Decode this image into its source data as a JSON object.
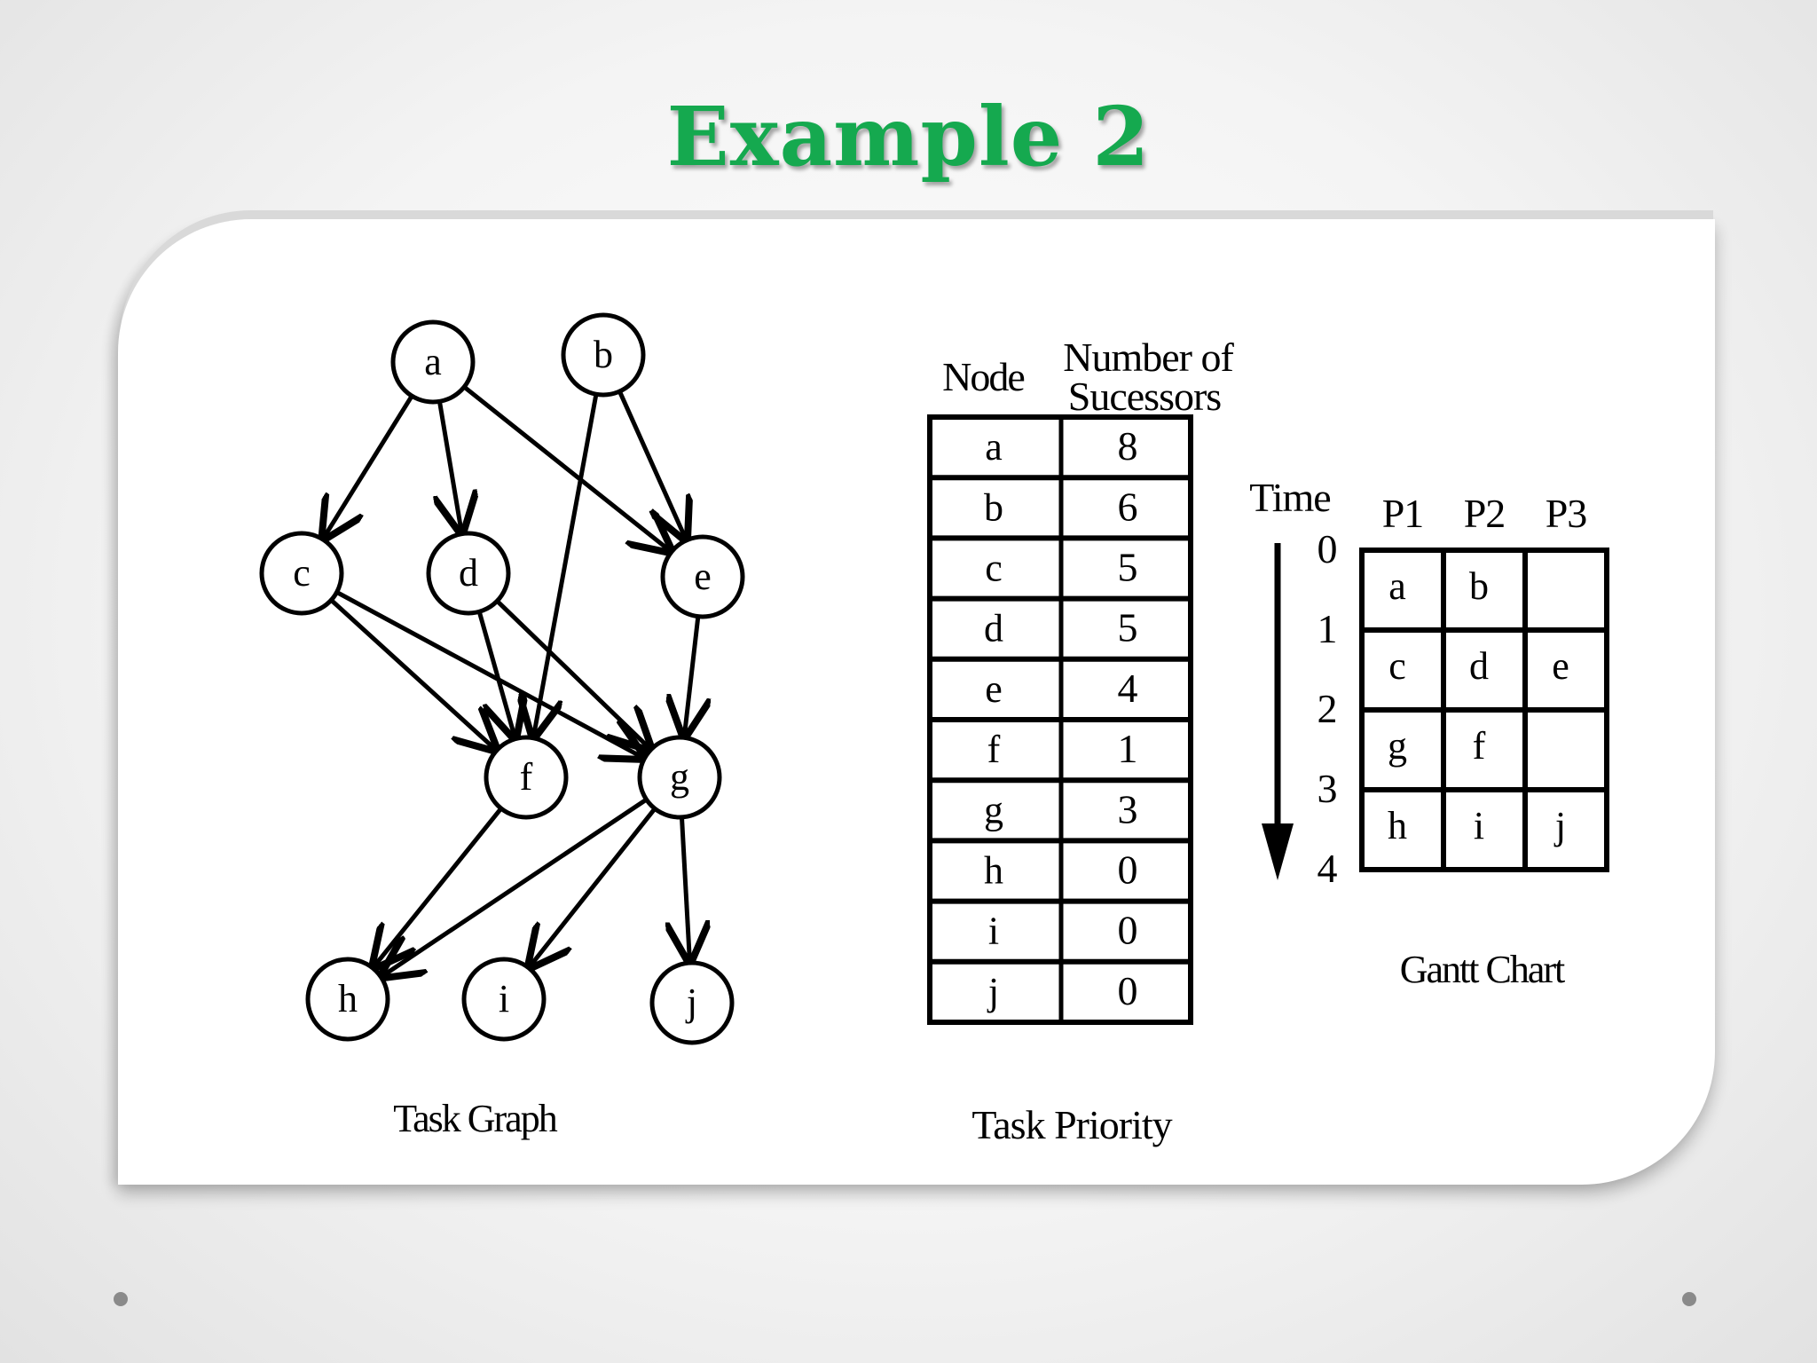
{
  "slide": {
    "title": "Example 2"
  },
  "graph": {
    "caption": "Task Graph",
    "nodes": [
      {
        "id": "a",
        "label": "a"
      },
      {
        "id": "b",
        "label": "b"
      },
      {
        "id": "c",
        "label": "c"
      },
      {
        "id": "d",
        "label": "d"
      },
      {
        "id": "e",
        "label": "e"
      },
      {
        "id": "f",
        "label": "f"
      },
      {
        "id": "g",
        "label": "g"
      },
      {
        "id": "h",
        "label": "h"
      },
      {
        "id": "i",
        "label": "i"
      },
      {
        "id": "j",
        "label": "j"
      }
    ],
    "edges": [
      [
        "a",
        "c"
      ],
      [
        "a",
        "d"
      ],
      [
        "a",
        "e"
      ],
      [
        "b",
        "f"
      ],
      [
        "b",
        "e"
      ],
      [
        "c",
        "f"
      ],
      [
        "c",
        "g"
      ],
      [
        "d",
        "f"
      ],
      [
        "d",
        "g"
      ],
      [
        "e",
        "g"
      ],
      [
        "f",
        "h"
      ],
      [
        "g",
        "h"
      ],
      [
        "g",
        "i"
      ],
      [
        "g",
        "j"
      ]
    ]
  },
  "priority": {
    "caption": "Task Priority",
    "col_node": "Node",
    "col_succ_1": "Number of",
    "col_succ_2": "Sucessors",
    "rows": [
      {
        "node": "a",
        "succ": "8"
      },
      {
        "node": "b",
        "succ": "6"
      },
      {
        "node": "c",
        "succ": "5"
      },
      {
        "node": "d",
        "succ": "5"
      },
      {
        "node": "e",
        "succ": "4"
      },
      {
        "node": "f",
        "succ": "1"
      },
      {
        "node": "g",
        "succ": "3"
      },
      {
        "node": "h",
        "succ": "0"
      },
      {
        "node": "i",
        "succ": "0"
      },
      {
        "node": "j",
        "succ": "0"
      }
    ]
  },
  "gantt": {
    "caption": "Gantt Chart",
    "time_label": "Time",
    "time_ticks": [
      "0",
      "1",
      "2",
      "3",
      "4"
    ],
    "processors": [
      "P1",
      "P2",
      "P3"
    ],
    "grid": [
      [
        "a",
        "b",
        ""
      ],
      [
        "c",
        "d",
        "e"
      ],
      [
        "g",
        "f",
        ""
      ],
      [
        "h",
        "i",
        "j"
      ]
    ]
  }
}
